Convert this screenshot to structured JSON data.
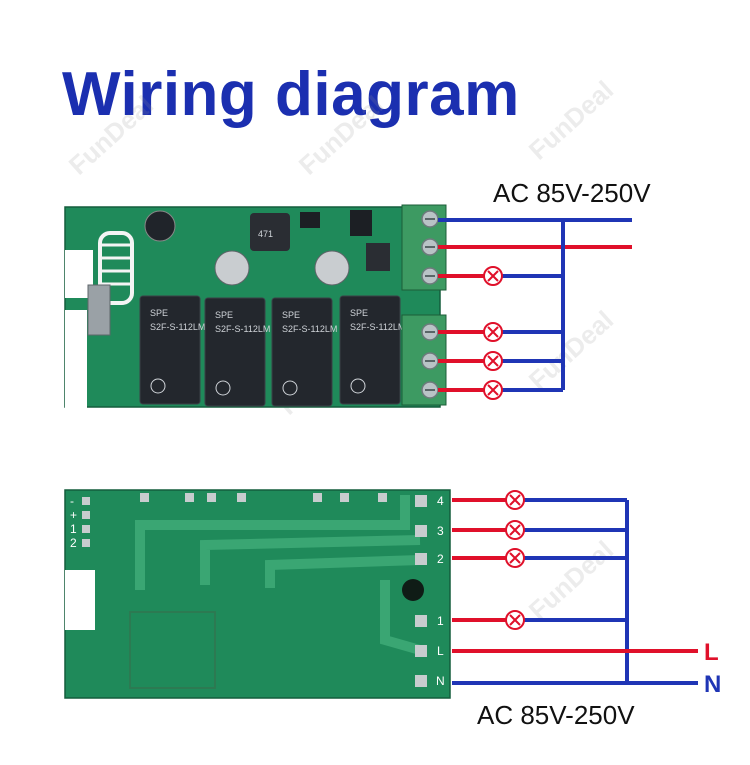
{
  "title": "Wiring diagram",
  "watermark": "FunDeal",
  "top_supply_label": "AC 85V-250V",
  "bottom_supply_label": "AC 85V-250V",
  "relay_brand": "SPE",
  "relay_model": "S2F-S-112LM",
  "inductor_marking": "471",
  "back_pins": [
    "4",
    "3",
    "2",
    "1",
    "L",
    "N"
  ],
  "left_pins": [
    "-",
    "+",
    "1",
    "2"
  ],
  "line_labels": {
    "live": "L",
    "neutral": "N"
  },
  "colors": {
    "live": "#e0102a",
    "neutral": "#1f35b5",
    "pcb": "#1f8a5a",
    "title": "#1b2fb0"
  },
  "icons": [
    "lamp-load-icon"
  ]
}
